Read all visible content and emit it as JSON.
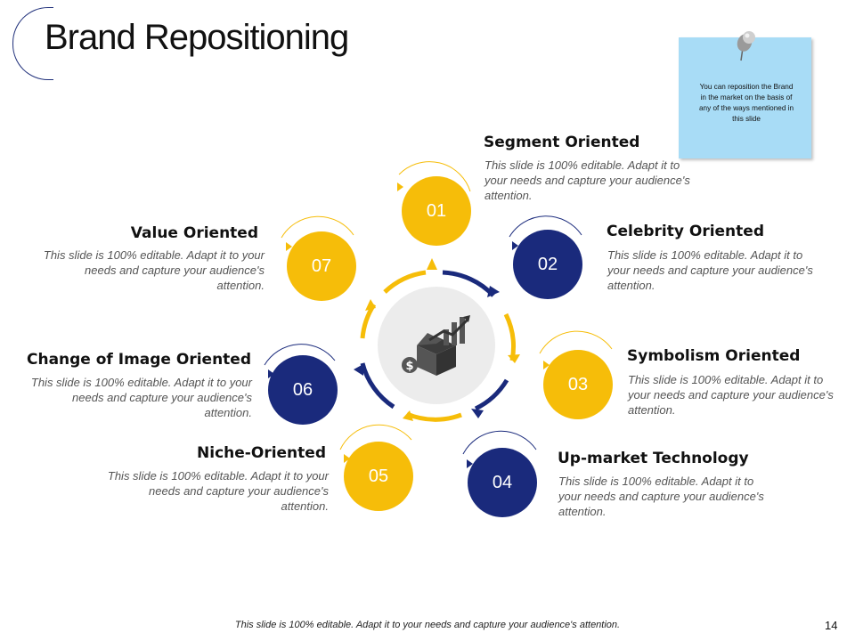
{
  "title": "Brand Repositioning",
  "note": "You can reposition the Brand in the market on the basis of any of the ways mentioned in this slide",
  "items": [
    {
      "number": "01",
      "title": "Segment Oriented",
      "desc": "This slide is 100% editable. Adapt it to your needs and capture your audience's attention.",
      "color": "#f6bd09"
    },
    {
      "number": "02",
      "title": "Celebrity Oriented",
      "desc": "This slide is 100% editable. Adapt it to your needs and capture your audience's attention.",
      "color": "#1a2a7c"
    },
    {
      "number": "03",
      "title": "Symbolism Oriented",
      "desc": "This slide is 100% editable. Adapt it to your needs and capture your audience's attention.",
      "color": "#f6bd09"
    },
    {
      "number": "04",
      "title": "Up-market Technology",
      "desc": "This slide is 100% editable. Adapt it to your needs and capture your audience's attention.",
      "color": "#1a2a7c"
    },
    {
      "number": "05",
      "title": "Niche-Oriented",
      "desc": "This slide is 100% editable. Adapt it to your needs and capture your audience's attention.",
      "color": "#f6bd09"
    },
    {
      "number": "06",
      "title": "Change of Image Oriented",
      "desc": "This slide is 100% editable. Adapt it to your needs and capture your audience's attention.",
      "color": "#1a2a7c"
    },
    {
      "number": "07",
      "title": "Value Oriented",
      "desc": "This slide is 100% editable. Adapt it to your needs and capture your audience's attention.",
      "color": "#f6bd09"
    }
  ],
  "center_icon": "money-box-growth-icon",
  "footer": "This slide is 100% editable. Adapt it to your needs and capture your audience's attention.",
  "page_number": "14"
}
